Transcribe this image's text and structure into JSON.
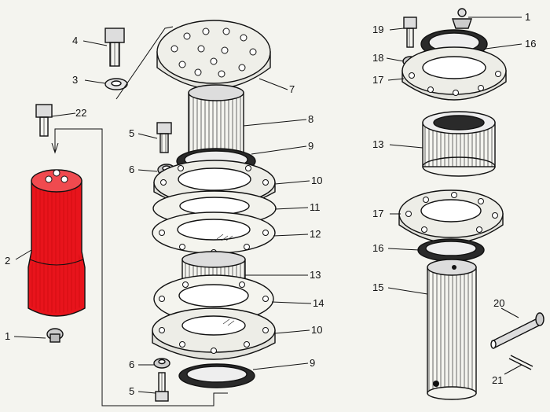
{
  "callouts": {
    "n1": "1",
    "n2": "2",
    "n3": "3",
    "n4": "4",
    "n5": "5",
    "n6": "6",
    "n7": "7",
    "n8": "8",
    "n9": "9",
    "n10": "10",
    "n11": "11",
    "n12": "12",
    "n13": "13",
    "n14": "14",
    "n15": "15",
    "n16": "16",
    "n17": "17",
    "n18": "18",
    "n19": "19",
    "n20": "20",
    "n21": "21",
    "n22": "22"
  },
  "highlight_color": "#e8141c",
  "ink_color": "#111111",
  "paper_color": "#f4f4ef"
}
